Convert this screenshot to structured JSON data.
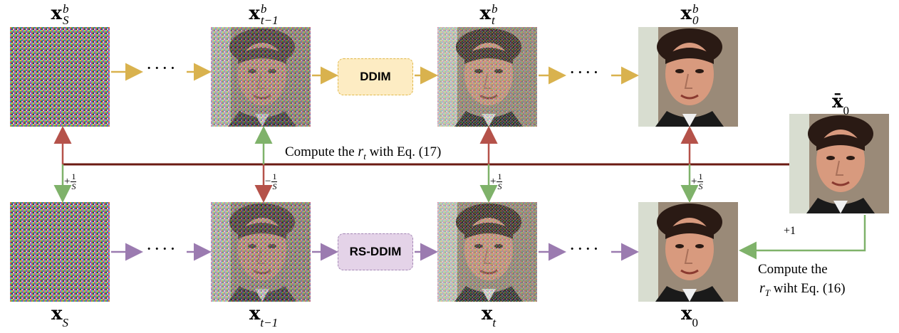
{
  "labels": {
    "top": {
      "xSb": "x",
      "xSb_sup": "b",
      "xSb_sub": "S",
      "xt1b": "x",
      "xt1b_sup": "b",
      "xt1b_sub": "t−1",
      "xtb": "x",
      "xtb_sup": "b",
      "xtb_sub": "t",
      "x0b": "x",
      "x0b_sup": "b",
      "x0b_sub": "0"
    },
    "bottom": {
      "xS": "x",
      "xS_sub": "S",
      "xt1": "x",
      "xt1_sub": "t−1",
      "xt": "x",
      "xt_sub": "t",
      "x0": "x",
      "x0_sub": "0"
    },
    "ref": {
      "x": "x̄",
      "sub": "0"
    }
  },
  "boxes": {
    "top": "DDIM",
    "bottom": "RS-DDIM"
  },
  "dots": "· · · ·",
  "texts": {
    "compute_rt": "Compute the",
    "compute_rt_var": "r",
    "compute_rt_sub": "t",
    "compute_rt_tail": "with Eq. (17)",
    "compute_rT_line1": "Compute the",
    "compute_rT_var": "r",
    "compute_rT_sub": "T",
    "compute_rT_tail": "wiht Eq. (16)",
    "plus_one": "+1"
  },
  "fractions": [
    {
      "sign": "+",
      "num": "1",
      "den": "S"
    },
    {
      "sign": "−",
      "num": "1",
      "den": "S"
    },
    {
      "sign": "+",
      "num": "1",
      "den": "S"
    },
    {
      "sign": "+",
      "num": "1",
      "den": "S"
    }
  ],
  "colors": {
    "yellow": "#d9b24e",
    "purple": "#9b7bb0",
    "red": "#b5524a",
    "green": "#7fb26a",
    "darkred": "#6b1a12",
    "ddim_fill": "#fdecc3",
    "rsddim_fill": "#e4d3e8"
  }
}
